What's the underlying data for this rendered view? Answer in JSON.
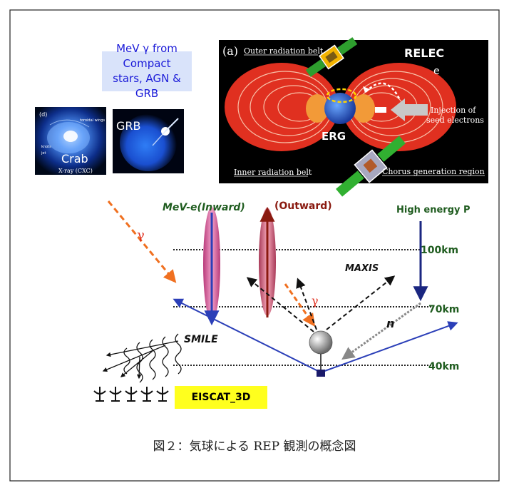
{
  "source_box": {
    "line1": "MeV γ from Compact",
    "line2": "stars, AGN & GRB"
  },
  "images": {
    "crab": {
      "panel_tag": "(d)",
      "label": "Crab",
      "caption": "X-ray (CXC)",
      "tiny_labels": [
        "toroidal wings",
        "knots",
        "jet"
      ]
    },
    "grb": {
      "label": "GRB"
    },
    "satellite_panel": {
      "panel_tag": "(a)",
      "outer_belt": "Outer radiation belt",
      "inner_belt": "Inner radiation belt",
      "relec": "RELEC",
      "electron": "e",
      "erg": "ERG",
      "injection_line1": "Injection of",
      "injection_line2": "seed electrons",
      "chorus": "Chorus generation region"
    }
  },
  "diagram": {
    "mev_e_inward": "MeV-e(Inward)",
    "outward": "(Outward)",
    "high_energy_p": "High energy P",
    "alt_100": "100km",
    "alt_70": "70km",
    "alt_40": "40km",
    "maxis": "MAXIS",
    "gamma_left": "γ",
    "gamma_center": "γ",
    "neutron": "n",
    "smile": "SMILE",
    "eiscat": "EISCAT_3D"
  },
  "caption": "図２：気球による REP 観測の概念図",
  "colors": {
    "blue_line": "#2b3fb8",
    "orange_arrow": "#f07020",
    "dark_red": "#8a1a10",
    "green_label": "#1f5c1f",
    "yellow_box": "#ffff1e"
  }
}
